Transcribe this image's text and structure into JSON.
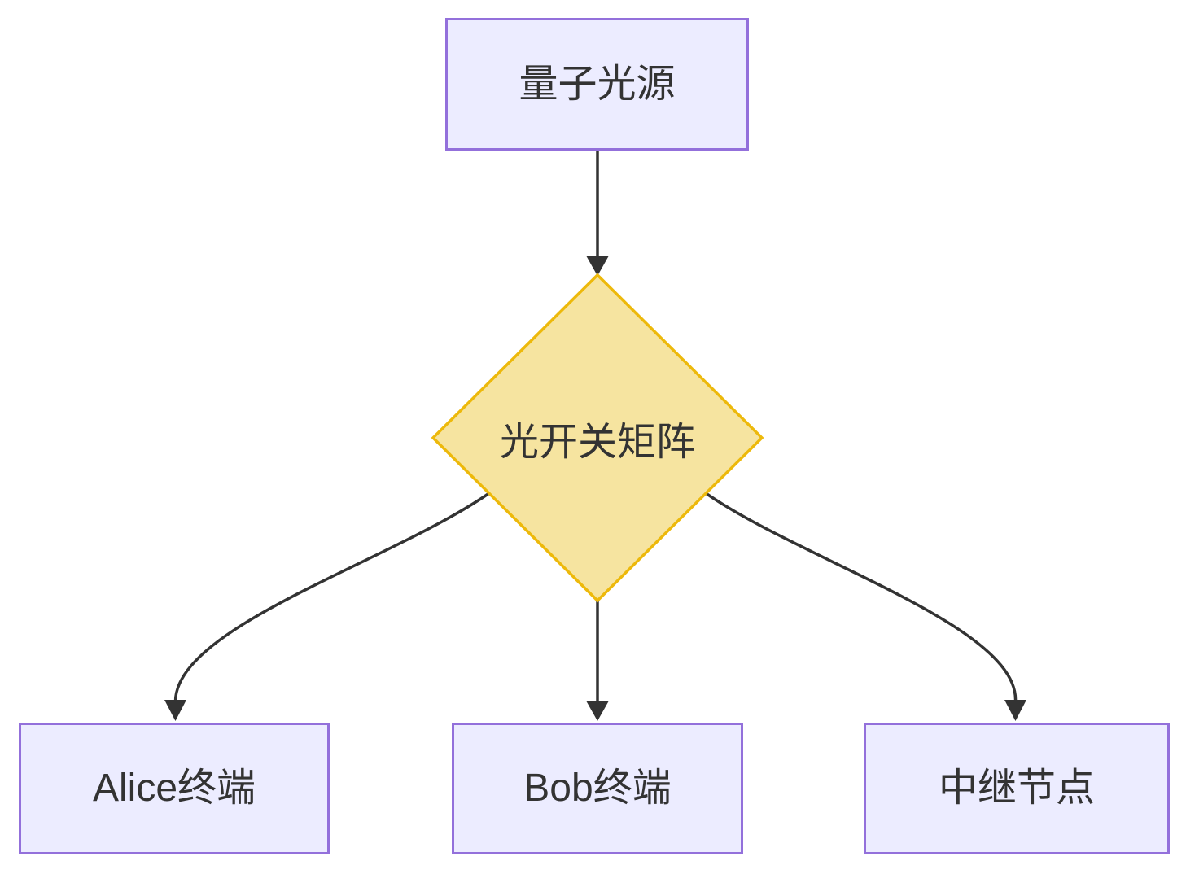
{
  "diagram": {
    "type": "flowchart",
    "direction": "top-down",
    "nodes": {
      "source": {
        "label": "量子光源",
        "shape": "rectangle"
      },
      "switch": {
        "label": "光开关矩阵",
        "shape": "diamond"
      },
      "alice": {
        "label": "Alice终端",
        "shape": "rectangle"
      },
      "bob": {
        "label": "Bob终端",
        "shape": "rectangle"
      },
      "relay": {
        "label": "中继节点",
        "shape": "rectangle"
      }
    },
    "edges": [
      {
        "from": "量子光源",
        "to": "光开关矩阵",
        "style": "straight-arrow"
      },
      {
        "from": "光开关矩阵",
        "to": "Alice终端",
        "style": "curved-arrow"
      },
      {
        "from": "光开关矩阵",
        "to": "Bob终端",
        "style": "straight-arrow"
      },
      {
        "from": "光开关矩阵",
        "to": "中继节点",
        "style": "curved-arrow"
      }
    ],
    "colors": {
      "background": "#ffffff",
      "node_fill": "#ECECFF",
      "node_border": "#9370DB",
      "decision_fill": "#F6E4A0",
      "decision_border": "#EDB90B",
      "edge_color": "#333333",
      "text_color": "#333333"
    }
  }
}
